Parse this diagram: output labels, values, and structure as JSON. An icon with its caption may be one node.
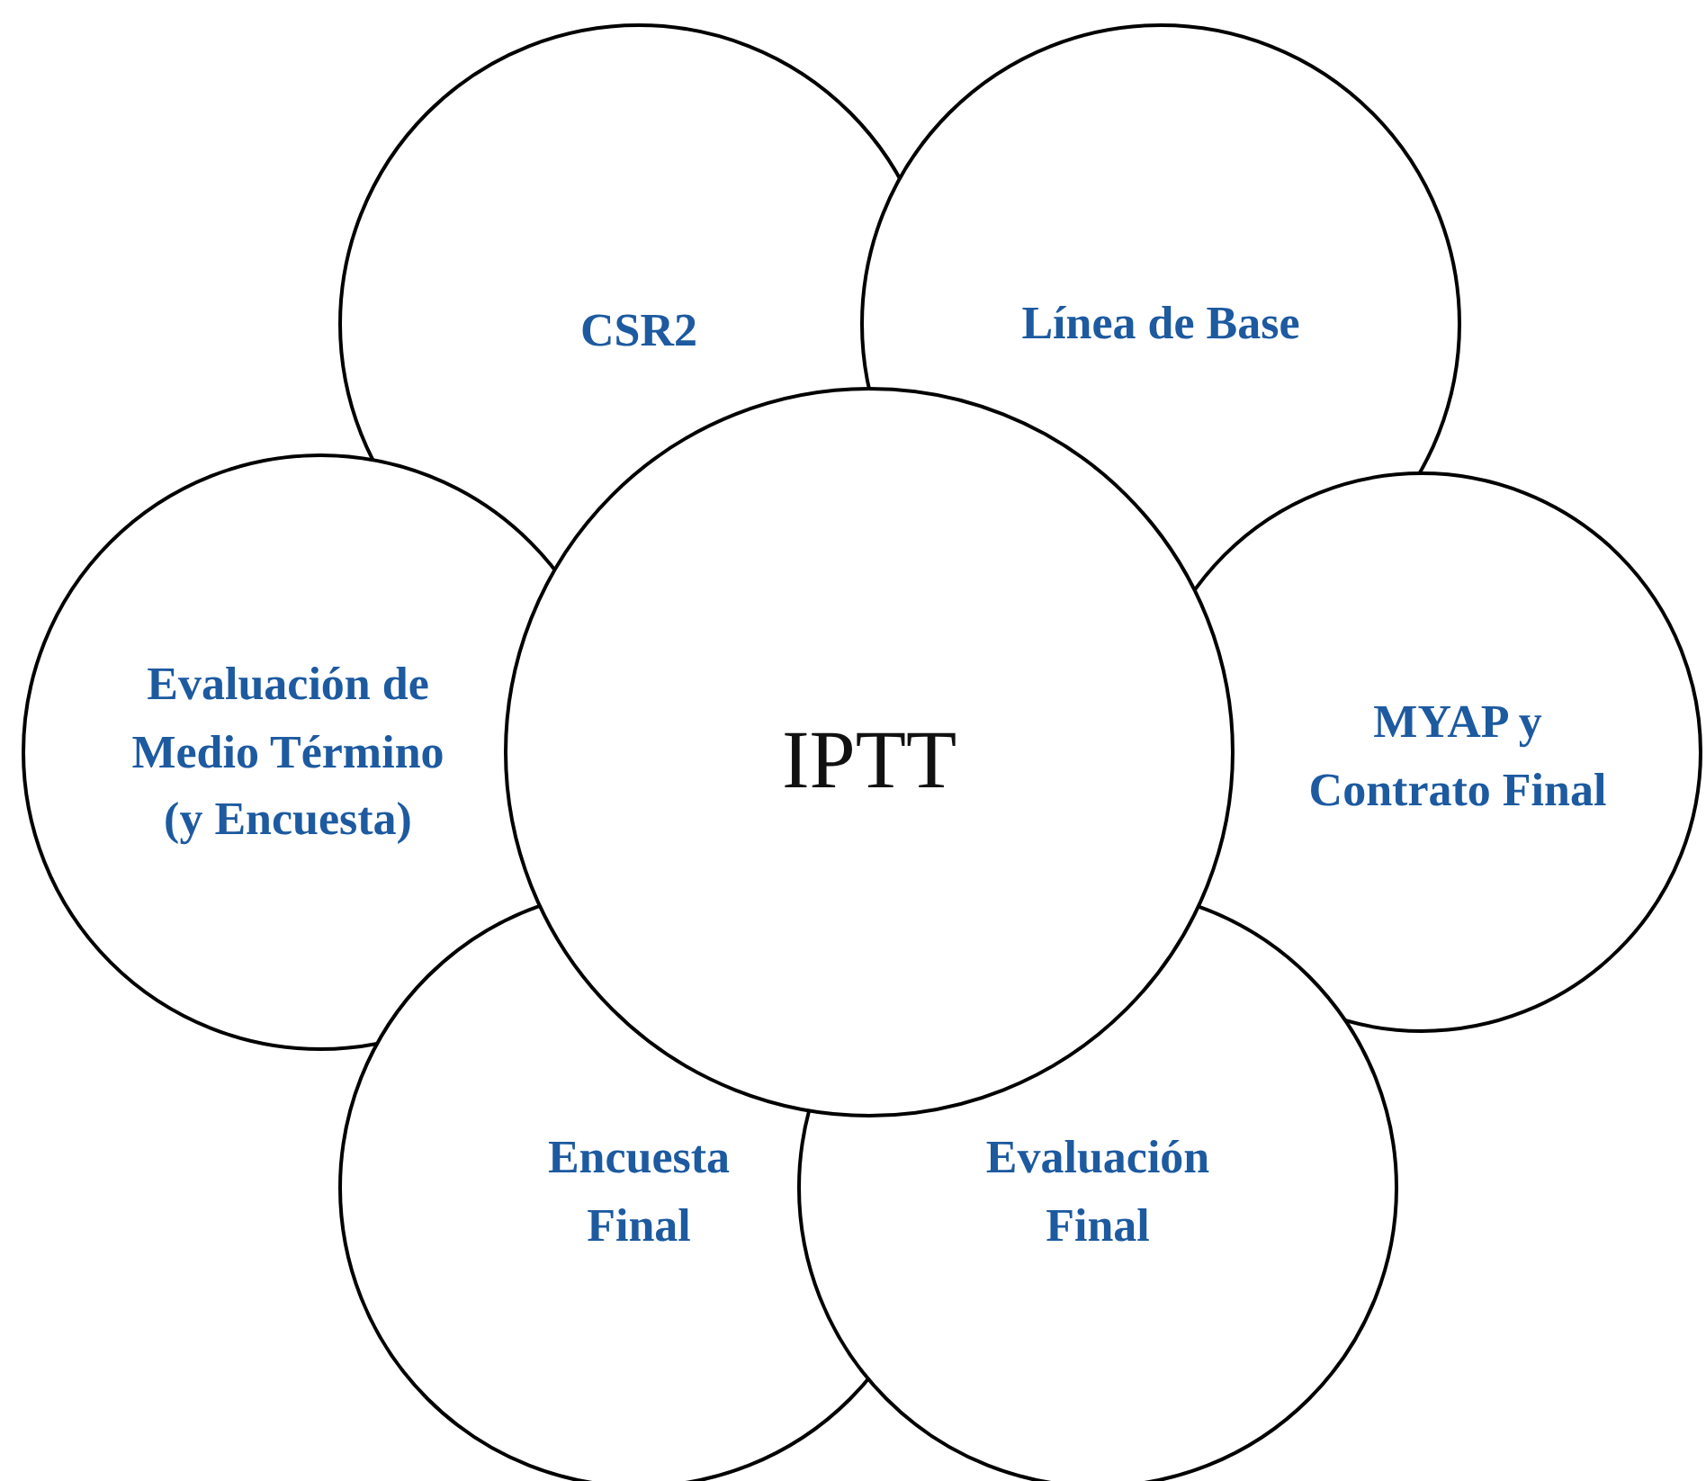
{
  "diagram": {
    "nodes": [
      {
        "text": [
          "CSR2"
        ]
      },
      {
        "text": [
          "Línea de Base"
        ]
      },
      {
        "text": [
          "Evaluación de Medio Término (y Encuesta)"
        ]
      },
      {
        "text": [
          "MYAP y Contrato Final"
        ]
      },
      {
        "text": [
          "Encuesta Final"
        ]
      },
      {
        "text": [
          "Evaluación Final"
        ]
      },
      {
        "text": [
          "IPTT"
        ]
      }
    ]
  }
}
